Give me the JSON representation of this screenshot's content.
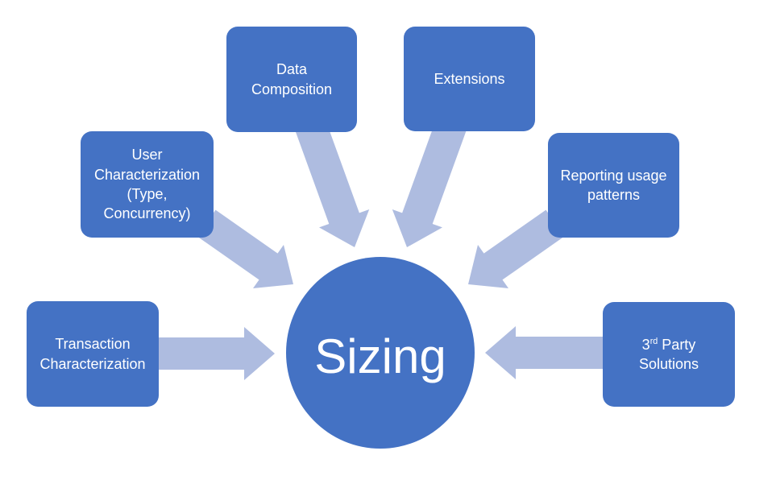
{
  "diagram": {
    "background": "#ffffff",
    "colors": {
      "shape_fill": "#4472c4",
      "arrow_fill": "#aebce0",
      "text": "#ffffff"
    },
    "center": {
      "label": "Sizing"
    },
    "nodes": [
      {
        "id": "data-composition",
        "label": "Data\nComposition"
      },
      {
        "id": "extensions",
        "label": "Extensions"
      },
      {
        "id": "user-characterization",
        "label": "User\nCharacterization\n(Type,\nConcurrency)"
      },
      {
        "id": "reporting-usage-patterns",
        "label": "Reporting usage\npatterns"
      },
      {
        "id": "transaction-characterization",
        "label": "Transaction\nCharacterization"
      },
      {
        "id": "third-party-solutions",
        "label_full": "3rd Party Solutions",
        "label_prefix": "3",
        "label_sup": "rd",
        "label_rest": " Party\nSolutions"
      }
    ],
    "arrows": [
      {
        "from": "data-composition",
        "to": "sizing"
      },
      {
        "from": "extensions",
        "to": "sizing"
      },
      {
        "from": "user-characterization",
        "to": "sizing"
      },
      {
        "from": "reporting-usage-patterns",
        "to": "sizing"
      },
      {
        "from": "transaction-characterization",
        "to": "sizing"
      },
      {
        "from": "third-party-solutions",
        "to": "sizing"
      }
    ]
  }
}
